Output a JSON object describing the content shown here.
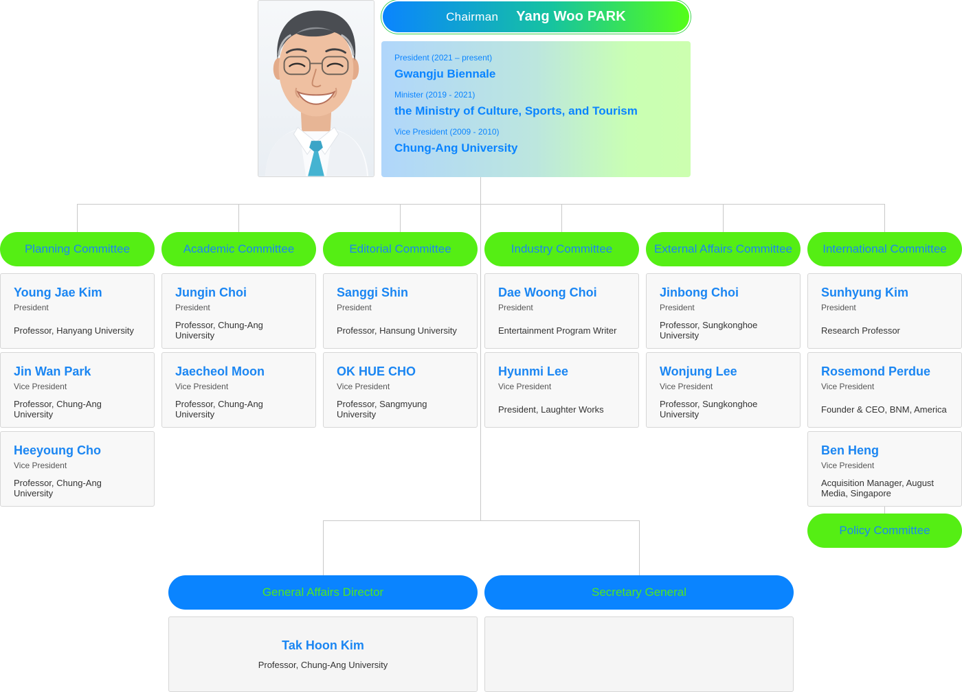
{
  "chairman": {
    "role": "Chairman",
    "name": "Yang Woo PARK",
    "career": [
      {
        "role": "President (2021 – present)",
        "org": "Gwangju Biennale"
      },
      {
        "role": "Minister (2019 - 2021)",
        "org": "the Ministry of Culture, Sports, and Tourism"
      },
      {
        "role": "Vice President (2009 - 2010)",
        "org": "Chung-Ang University"
      }
    ]
  },
  "committees": [
    {
      "name": "Planning Committee",
      "members": [
        {
          "name": "Young Jae Kim",
          "title": "President",
          "affiliation": "Professor, Hanyang University"
        },
        {
          "name": "Jin Wan Park",
          "title": "Vice President",
          "affiliation": "Professor, Chung-Ang University"
        },
        {
          "name": "Heeyoung Cho",
          "title": "Vice President",
          "affiliation": "Professor, Chung-Ang University"
        }
      ]
    },
    {
      "name": "Academic Committee",
      "members": [
        {
          "name": "Jungin Choi",
          "title": "President",
          "affiliation": "Professor, Chung-Ang University"
        },
        {
          "name": "Jaecheol Moon",
          "title": "Vice President",
          "affiliation": "Professor, Chung-Ang University"
        }
      ]
    },
    {
      "name": "Editorial Committee",
      "members": [
        {
          "name": "Sanggi Shin",
          "title": "President",
          "affiliation": "Professor, Hansung University"
        },
        {
          "name": "OK HUE CHO",
          "title": "Vice President",
          "affiliation": "Professor, Sangmyung University"
        }
      ]
    },
    {
      "name": "Industry Committee",
      "members": [
        {
          "name": "Dae Woong Choi",
          "title": "President",
          "affiliation": "Entertainment Program Writer"
        },
        {
          "name": "Hyunmi Lee",
          "title": "Vice President",
          "affiliation": "President, Laughter Works"
        }
      ]
    },
    {
      "name": "External Affairs Committee",
      "members": [
        {
          "name": "Jinbong Choi",
          "title": "President",
          "affiliation": "Professor, Sungkonghoe University"
        },
        {
          "name": "Wonjung Lee",
          "title": "Vice President",
          "affiliation": "Professor, Sungkonghoe University"
        }
      ]
    },
    {
      "name": "International Committee",
      "members": [
        {
          "name": "Sunhyung Kim",
          "title": "President",
          "affiliation": "Research Professor"
        },
        {
          "name": "Rosemond Perdue",
          "title": "Vice President",
          "affiliation": "Founder & CEO, BNM, America"
        },
        {
          "name": "Ben Heng",
          "title": "Vice President",
          "affiliation": "Acquisition Manager, August Media, Singapore"
        }
      ]
    }
  ],
  "policy_committee": {
    "name": "Policy Committee"
  },
  "directors": [
    {
      "label": "General Affairs Director",
      "name": "Tak Hoon Kim",
      "affiliation": "Professor, Chung-Ang University"
    },
    {
      "label": "Secretary General",
      "name": "",
      "affiliation": ""
    }
  ],
  "colors": {
    "blue": "#0a84ff",
    "green": "#55ee14",
    "text_blue": "#1b86f2"
  }
}
